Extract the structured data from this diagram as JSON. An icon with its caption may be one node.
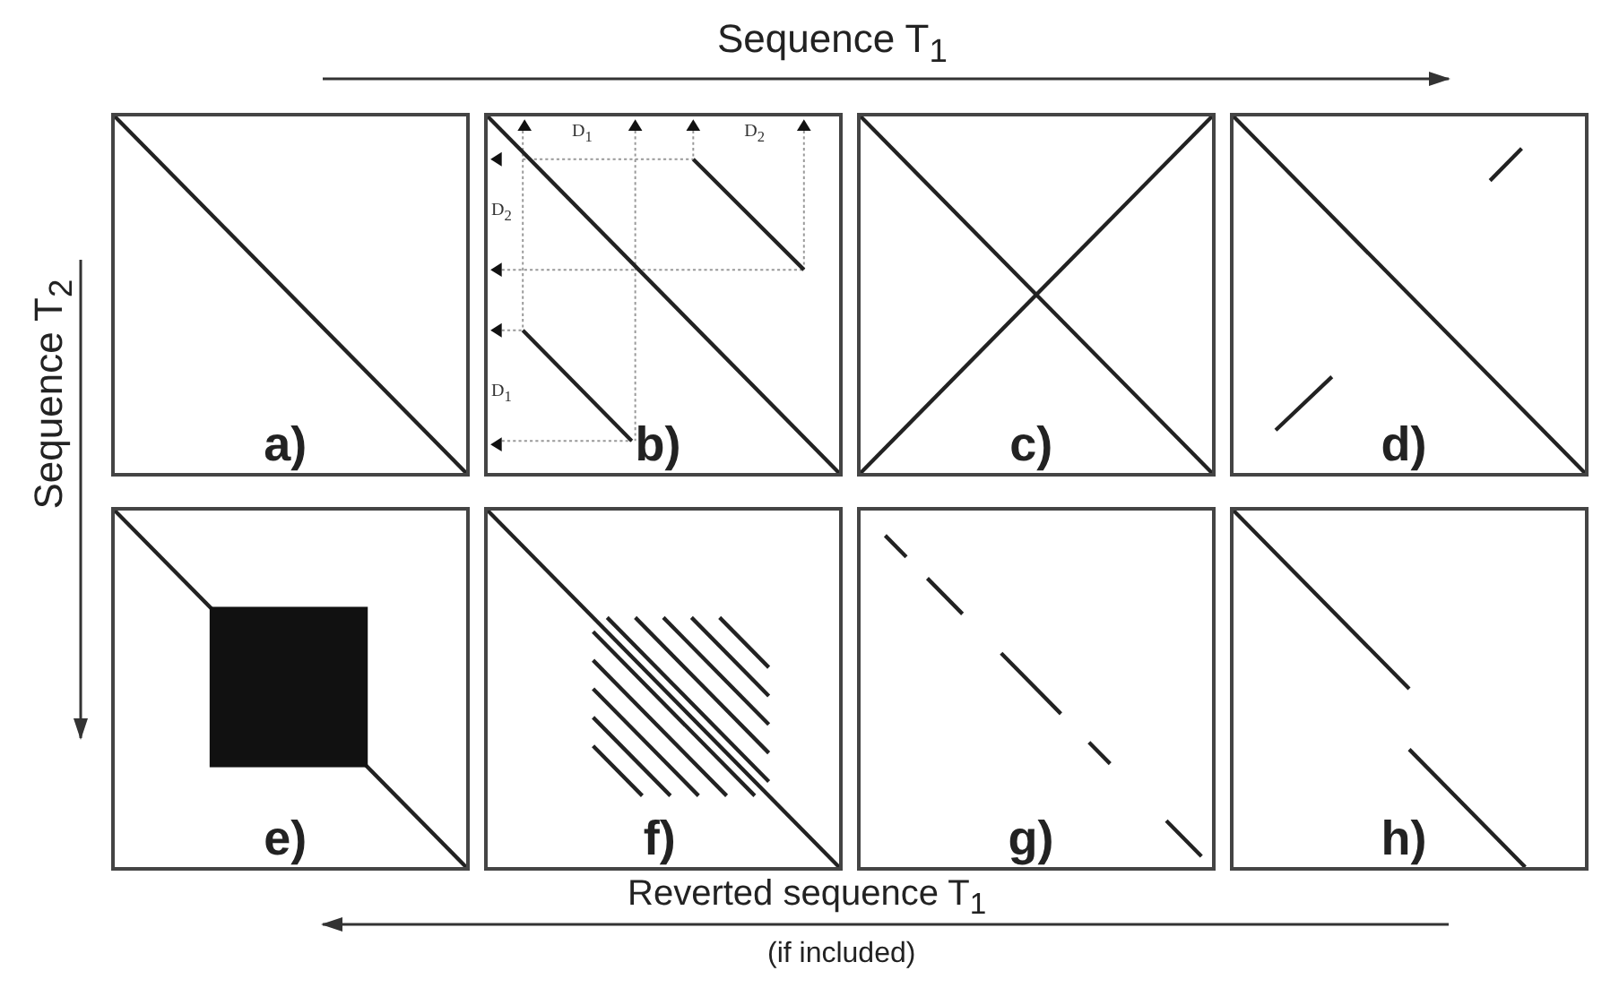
{
  "diagram": {
    "nodes": [
      {
        "text": [
          "a)"
        ]
      },
      {
        "text": [
          "b)"
        ]
      },
      {
        "text": [
          "c)"
        ]
      },
      {
        "text": [
          "d)"
        ]
      },
      {
        "text": [
          "e)"
        ]
      },
      {
        "text": [
          "f)"
        ]
      },
      {
        "text": [
          "g)"
        ]
      },
      {
        "text": [
          "h)"
        ]
      }
    ],
    "edges": [],
    "labels": [
      "Sequence T$_{1}$",
      "Sequence T$_{2}$",
      "D$_{1}$",
      "D$_{2}$",
      "D$_{2}$",
      "D$_{1}$",
      "Reverted sequence T$_{1}$",
      "(if included)"
    ]
  }
}
